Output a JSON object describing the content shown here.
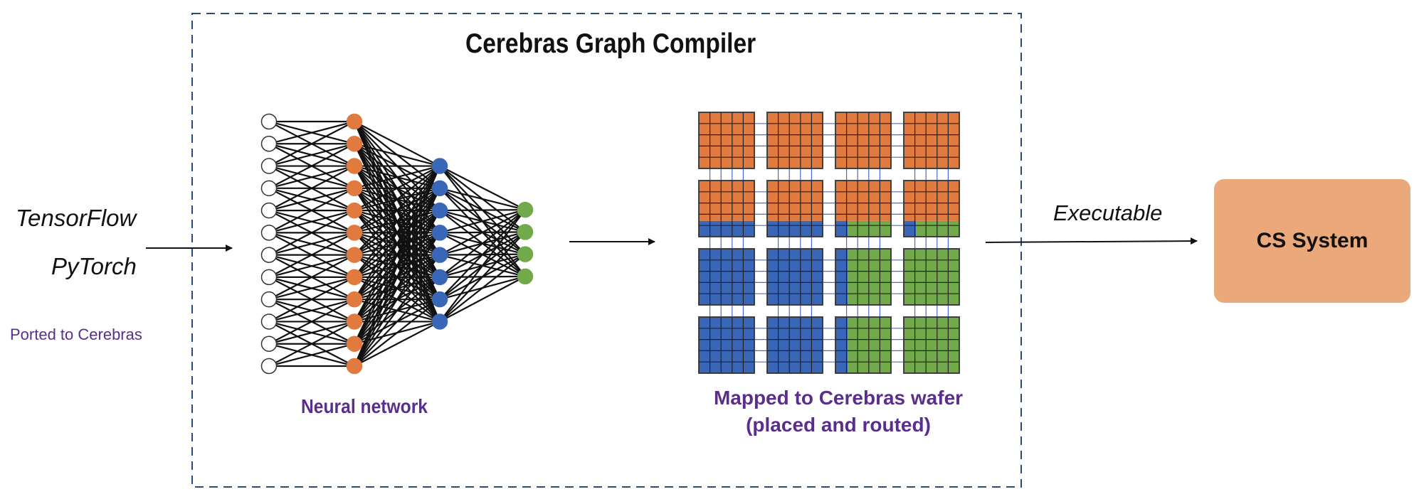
{
  "compiler_title": "Cerebras Graph Compiler",
  "frameworks": [
    "TensorFlow",
    "PyTorch"
  ],
  "ported_note": "Ported to Cerebras",
  "network_label": "Neural network",
  "wafer_label_line1": "Mapped to Cerebras wafer",
  "wafer_label_line2": "(placed and routed)",
  "executable_label": "Executable",
  "target_label": "CS System",
  "colors": {
    "orange": "#e07a3e",
    "blue": "#3a66b8",
    "green": "#72a94a",
    "label_purple": "#5a2e8c",
    "frame_dash": "#2c4a78",
    "cs_box": "#eba87b"
  },
  "network_layers": [
    {
      "count": 12,
      "color": "white"
    },
    {
      "count": 12,
      "color": "orange"
    },
    {
      "count": 8,
      "color": "blue"
    },
    {
      "count": 4,
      "color": "green"
    }
  ],
  "wafer_rows": [
    [
      "orange",
      "orange",
      "orange",
      "orange"
    ],
    [
      "orange-blue",
      "orange-blue",
      "orange-green",
      "orange-green"
    ],
    [
      "blue",
      "blue",
      "blue-green",
      "green"
    ],
    [
      "blue",
      "blue",
      "blue-green",
      "green"
    ]
  ]
}
